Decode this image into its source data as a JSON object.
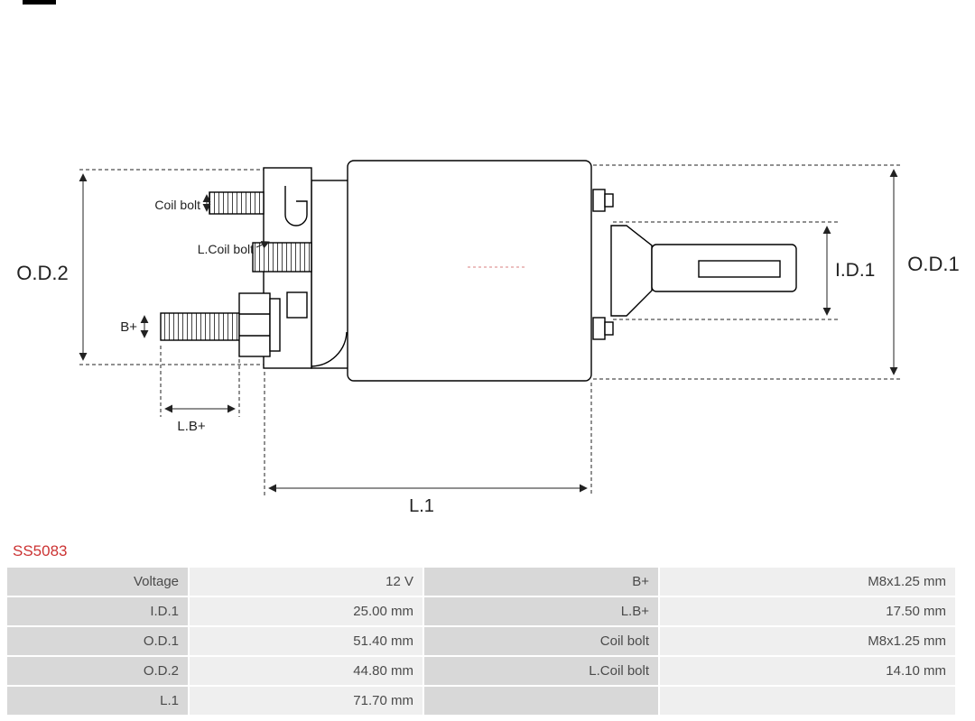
{
  "page": {
    "title": "SS5083",
    "accent_color": "#cc3333"
  },
  "diagram": {
    "labels": {
      "od2": "O.D.2",
      "od1": "O.D.1",
      "id1": "I.D.1",
      "l1": "L.1",
      "lb_plus": "L.B+",
      "b_plus": "B+",
      "coil_bolt": "Coil bolt",
      "l_coil_bolt": "L.Coil bolt"
    }
  },
  "table": {
    "rows": [
      {
        "c1": "Voltage",
        "c2": "12 V",
        "c3": "B+",
        "c4": "M8x1.25 mm"
      },
      {
        "c1": "I.D.1",
        "c2": "25.00 mm",
        "c3": "L.B+",
        "c4": "17.50 mm"
      },
      {
        "c1": "O.D.1",
        "c2": "51.40 mm",
        "c3": "Coil bolt",
        "c4": "M8x1.25 mm"
      },
      {
        "c1": "O.D.2",
        "c2": "44.80 mm",
        "c3": "L.Coil bolt",
        "c4": "14.10 mm"
      },
      {
        "c1": "L.1",
        "c2": "71.70 mm",
        "c3": "",
        "c4": ""
      }
    ]
  }
}
